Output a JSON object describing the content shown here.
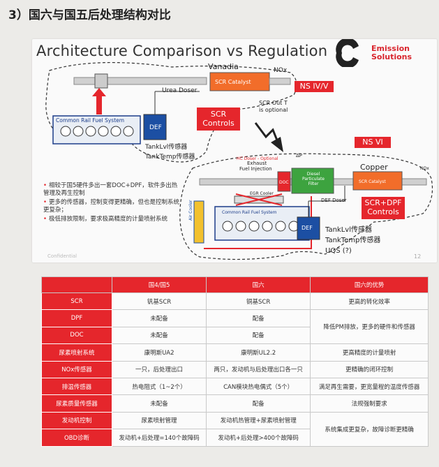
{
  "heading": "3）国六与国五后处理结构对比",
  "slide": {
    "title": "Architecture Comparison vs Regulation",
    "logo_line1": "Emission",
    "logo_line2": "Solutions",
    "top": {
      "vanadia": "Vanadia",
      "nox": "NOx",
      "scr_catalyst": "SCR Catalyst",
      "urea_doser": "Urea Doser",
      "scr_out": "SCR Out T",
      "is_optional": "is optional",
      "crfs": "Common Rail Fuel System",
      "def": "DEF",
      "tanklvl": "TankLvl传感器",
      "tanktemp": "TankTemp传感器",
      "scr_controls_1": "SCR",
      "scr_controls_2": "Controls",
      "ns_label": "NS IV/V"
    },
    "bottom": {
      "ns_label": "NS VI",
      "hc_doser": "HC Doser - Optional",
      "exhaust": "Exhaust",
      "fuel_injection": "Fuel Injection",
      "doc": "DOC",
      "dpf_line1": "Diesel",
      "dpf_line2": "Particulate",
      "dpf_line3": "Filter",
      "copper": "Copper",
      "scr_catalyst": "SCR Catalyst",
      "def_doser": "DEF Doser",
      "egr": "EGR Cooler",
      "air_cooler": "Air Cooler",
      "crfs": "Common Rail Fuel System",
      "def": "DEF",
      "tanklvl": "TankLvl传感器",
      "tanktemp": "TankTemp传感器",
      "uqs": "UQS (?)",
      "controls_1": "SCR+DPF",
      "controls_2": "Controls",
      "ap": "ΔP",
      "nox": "NOx"
    },
    "bullets": [
      "相较于国5硬件多出一套DOC+DPF，软件多出热管理及再生控制",
      "更多的传感器，控制变得更精确，但也是控制系统更复杂；",
      "极低排放限制，要求极高精度的计量喷射系统"
    ],
    "footer": "Confidential",
    "page_number": "12"
  },
  "table": {
    "headers": [
      "",
      "国4/国5",
      "国六",
      "国六的优势"
    ],
    "rows": [
      {
        "name": "SCR",
        "g45": "钒基SCR",
        "g6": "铜基SCR",
        "adv": "更高的转化效率"
      },
      {
        "name": "DPF",
        "g45": "未配备",
        "g6": "配备",
        "adv": "降低PM排放，更多的硬件和传感器"
      },
      {
        "name": "DOC",
        "g45": "未配备",
        "g6": "配备",
        "adv": ""
      },
      {
        "name": "尿素喷射系统",
        "g45": "康明斯UA2",
        "g6": "康明斯UL2.2",
        "adv": "更高精度的计量喷射"
      },
      {
        "name": "NOx传感器",
        "g45": "一只，后处理出口",
        "g6": "两只，发动机与后处理出口各一只",
        "adv": "更精确的闭环控制"
      },
      {
        "name": "排温传感器",
        "g45": "热电阻式（1~2个）",
        "g6": "CAN模块热电偶式（5个）",
        "adv": "满足再生需要，更宽量程的温度传感器"
      },
      {
        "name": "尿素质量传感器",
        "g45": "未配备",
        "g6": "配备",
        "adv": "法规强制要求"
      },
      {
        "name": "发动机控制",
        "g45": "尿素喷射管理",
        "g6": "发动机热管理+尿素喷射管理",
        "adv": "系统集成更复杂，故障诊断更精确"
      },
      {
        "name": "OBD诊断",
        "g45": "发动机+后处理=140个故障码",
        "g6": "发动机+后处理>400个故障码",
        "adv": ""
      }
    ]
  }
}
